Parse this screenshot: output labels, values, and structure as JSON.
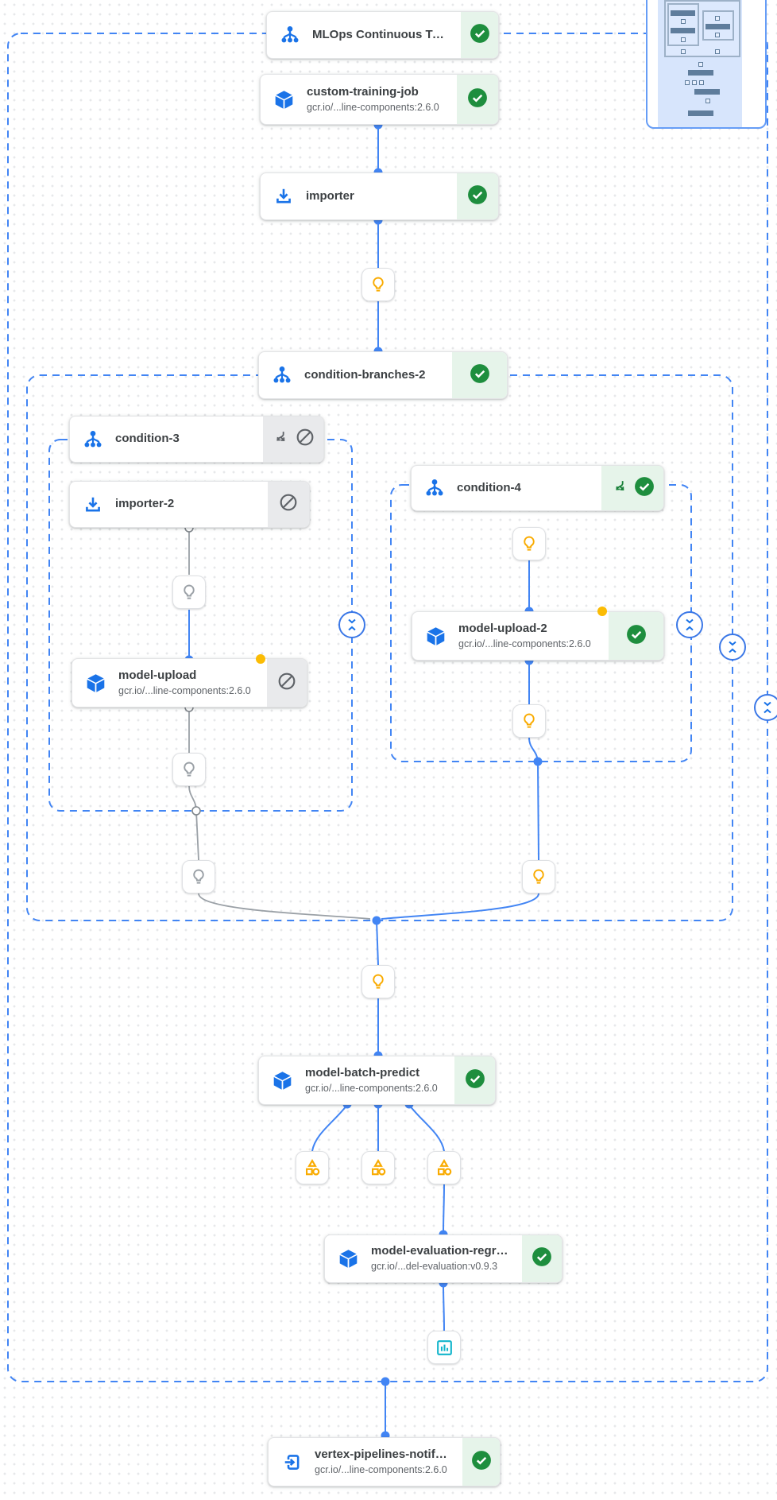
{
  "app": "vertex-pipeline-dag",
  "pipeline": {
    "root_title": "MLOps Continuous Traini…"
  },
  "nodes": [
    {
      "title": "MLOps Continuous Traini…",
      "icon": "dag-icon",
      "status": "succeeded"
    },
    {
      "title": "custom-training-job",
      "subtitle": "gcr.io/...line-components:2.6.0",
      "icon": "cube-icon",
      "status": "succeeded"
    },
    {
      "title": "importer",
      "icon": "download-icon",
      "status": "succeeded"
    },
    {
      "title": "condition-branches-2",
      "icon": "dag-icon",
      "status": "succeeded"
    },
    {
      "title": "condition-3",
      "icon": "dag-icon",
      "status": "skipped",
      "extra_icon": "branch-icon"
    },
    {
      "title": "importer-2",
      "icon": "download-icon",
      "status": "skipped"
    },
    {
      "title": "condition-4",
      "icon": "dag-icon",
      "status": "succeeded",
      "extra_icon": "branch-icon"
    },
    {
      "title": "model-upload",
      "subtitle": "gcr.io/...line-components:2.6.0",
      "icon": "cube-icon",
      "status": "skipped",
      "artifact_marker": true
    },
    {
      "title": "model-upload-2",
      "subtitle": "gcr.io/...line-components:2.6.0",
      "icon": "cube-icon",
      "status": "succeeded",
      "artifact_marker": true
    },
    {
      "title": "model-batch-predict",
      "subtitle": "gcr.io/...line-components:2.6.0",
      "icon": "cube-icon",
      "status": "succeeded"
    },
    {
      "title": "model-evaluation-regres…",
      "subtitle": "gcr.io/...del-evaluation:v0.9.3",
      "icon": "cube-icon",
      "status": "succeeded"
    },
    {
      "title": "vertex-pipelines-notificat…",
      "subtitle": "gcr.io/...line-components:2.6.0",
      "icon": "exit-icon",
      "status": "succeeded"
    }
  ],
  "artifacts": [
    {
      "kind": "lightbulb",
      "state": "active"
    },
    {
      "kind": "lightbulb",
      "state": "skipped"
    },
    {
      "kind": "lightbulb",
      "state": "skipped"
    },
    {
      "kind": "lightbulb",
      "state": "skipped"
    },
    {
      "kind": "lightbulb",
      "state": "active"
    },
    {
      "kind": "lightbulb",
      "state": "active"
    },
    {
      "kind": "lightbulb",
      "state": "active"
    },
    {
      "kind": "lightbulb",
      "state": "active"
    },
    {
      "kind": "system-artifact",
      "state": "active"
    },
    {
      "kind": "system-artifact",
      "state": "active"
    },
    {
      "kind": "system-artifact",
      "state": "active"
    },
    {
      "kind": "metrics",
      "state": "active"
    }
  ],
  "colors": {
    "edge_blue": "#4285f4",
    "edge_gray": "#9aa0a6",
    "icon_blue": "#1a73e8",
    "check_green": "#1e8e3e",
    "status_green_bg": "#e6f4ea",
    "status_gray_bg": "#e9eaec",
    "artifact_yellow": "#f9ab00",
    "artifact_gray": "#9aa0a6",
    "artifact_teal": "#12b5cb",
    "marker_yellow": "#fbbc04",
    "group_border": "#4285f4",
    "minimap_viewport": "#d7e5fc"
  }
}
